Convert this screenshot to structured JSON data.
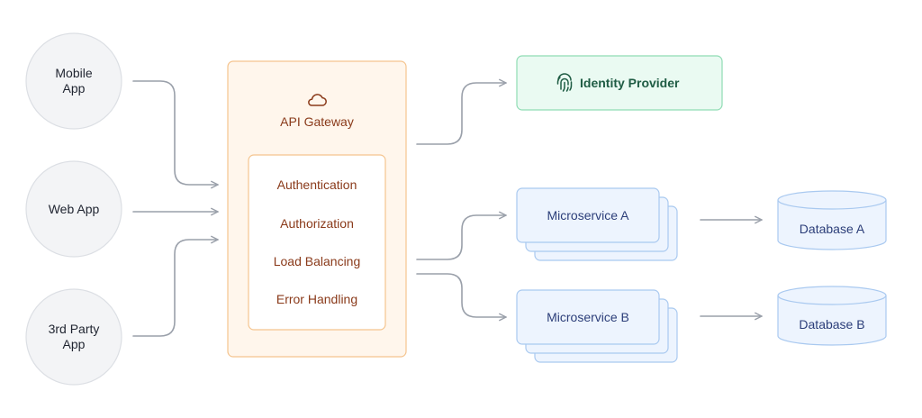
{
  "clients": [
    {
      "label": "Mobile\nApp"
    },
    {
      "label": "Web App"
    },
    {
      "label": "3rd Party\nApp"
    }
  ],
  "gateway": {
    "icon": "cloud-icon",
    "title": "API Gateway",
    "features": [
      "Authentication",
      "Authorization",
      "Load Balancing",
      "Error Handling"
    ]
  },
  "identity_provider": {
    "icon": "fingerprint-icon",
    "label": "Identity Provider"
  },
  "microservices": [
    {
      "label": "Microservice A"
    },
    {
      "label": "Microservice B"
    }
  ],
  "databases": [
    {
      "label": "Database A"
    },
    {
      "label": "Database B"
    }
  ],
  "colors": {
    "client_fill": "#f3f4f6",
    "client_stroke": "#dcdfe4",
    "gateway_fill": "#fff6ec",
    "gateway_stroke": "#f5c48e",
    "gateway_text": "#8a3a1a",
    "idp_fill": "#eafaf2",
    "idp_stroke": "#8fdcb4",
    "idp_text": "#1f5c44",
    "service_fill": "#edf4fe",
    "service_stroke": "#a9c9f0",
    "service_text": "#2c3e79",
    "connector": "#9aa0aa"
  }
}
